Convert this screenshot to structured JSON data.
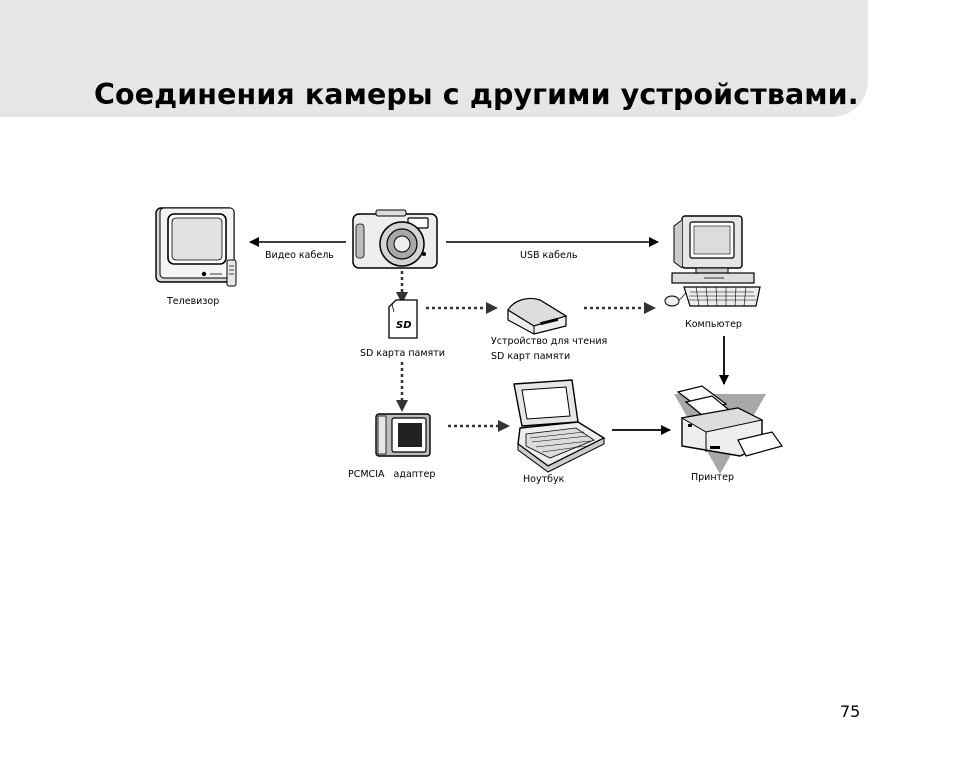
{
  "page": {
    "title": "Соединения камеры с другими устройствами.",
    "page_number": "75"
  },
  "diagram": {
    "devices": {
      "tv": "Телевизор",
      "computer": "Компьютер",
      "sd_card": "SD карта памяти",
      "card_reader_line1": "Устройство для чтения",
      "card_reader_line2": "SD карт памяти",
      "pcmcia": "PCMCIA   адаптер",
      "laptop": "Ноутбук",
      "printer": "Принтер",
      "sd_logo": "SD"
    },
    "connections": {
      "video_cable": "Видео кабель",
      "usb_cable": "USB кабель"
    },
    "icons": [
      "camera-icon",
      "tv-icon",
      "computer-icon",
      "sd-card-icon",
      "card-reader-icon",
      "pcmcia-adapter-icon",
      "laptop-icon",
      "printer-icon"
    ]
  }
}
